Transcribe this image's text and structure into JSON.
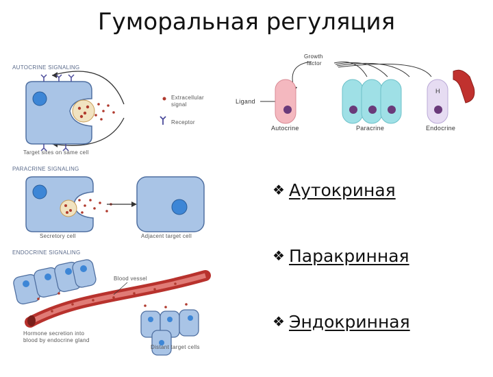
{
  "title": "Гуморальная регуляция",
  "autocrine_panel": {
    "heading": "AUTOCRINE SIGNALING",
    "legend_signal_1": "Extracellular",
    "legend_signal_2": "signal",
    "legend_receptor": "Receptor",
    "caption": "Target sites on same cell"
  },
  "paracrine_panel": {
    "heading": "PARACRINE SIGNALING",
    "caption_left": "Secretory cell",
    "caption_right": "Adjacent target cell"
  },
  "endocrine_panel": {
    "heading": "ENDOCRINE SIGNALING",
    "vessel_label": "Blood vessel",
    "caption_left_1": "Hormone secretion into",
    "caption_left_2": "blood by endocrine gland",
    "caption_right": "Distant target cells"
  },
  "top_right_panel": {
    "growth_factor_1": "Growth",
    "growth_factor_2": "factor",
    "ligand": "Ligand",
    "autocrine": "Autocrine",
    "paracrine": "Paracrine",
    "endocrine": "Endocrine",
    "hormone_letter": "H"
  },
  "bullets": [
    {
      "mark": "❖",
      "text": "Аутокриная"
    },
    {
      "mark": "❖",
      "text": "Паракринная"
    },
    {
      "mark": "❖",
      "text": "Эндокринная"
    }
  ]
}
